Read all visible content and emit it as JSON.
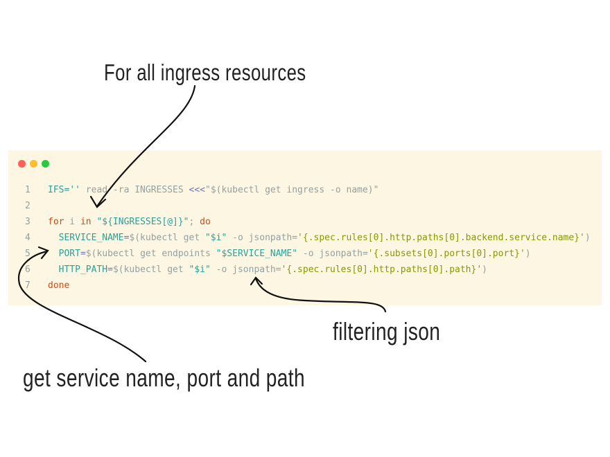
{
  "annotations": {
    "top": "For all ingress resources",
    "right": "filtering json",
    "bottom": "get service name, port and path"
  },
  "window_controls": {
    "close_color": "#ff5f56",
    "minimize_color": "#ffbd2e",
    "maximize_color": "#27c93f"
  },
  "code": {
    "lines": [
      {
        "n": "1",
        "tokens": [
          [
            "c",
            "IFS="
          ],
          [
            "c",
            "''"
          ],
          [
            "g",
            " read -ra INGRESSES "
          ],
          [
            "p",
            "<<<"
          ],
          [
            "g",
            "\"$(kubectl get ingress -o name)\""
          ]
        ]
      },
      {
        "n": "2",
        "tokens": []
      },
      {
        "n": "3",
        "tokens": [
          [
            "k",
            "for"
          ],
          [
            "g",
            " i "
          ],
          [
            "k",
            "in"
          ],
          [
            "g",
            " "
          ],
          [
            "c",
            "\"${INGRESSES[@]}\""
          ],
          [
            "g",
            "; "
          ],
          [
            "k",
            "do"
          ]
        ]
      },
      {
        "n": "4",
        "tokens": [
          [
            "g",
            "  "
          ],
          [
            "c",
            "SERVICE_NAME"
          ],
          [
            "p",
            "="
          ],
          [
            "g",
            "$(kubectl get "
          ],
          [
            "c",
            "\"$i\""
          ],
          [
            "g",
            " -o jsonpath="
          ],
          [
            "s",
            "'{.spec.rules[0].http.paths[0].backend.service.name}'"
          ],
          [
            "g",
            ")"
          ]
        ]
      },
      {
        "n": "5",
        "tokens": [
          [
            "g",
            "  "
          ],
          [
            "c",
            "PORT"
          ],
          [
            "p",
            "="
          ],
          [
            "g",
            "$(kubectl get endpoints "
          ],
          [
            "c",
            "\"$SERVICE_NAME\""
          ],
          [
            "g",
            " -o jsonpath="
          ],
          [
            "s",
            "'{.subsets[0].ports[0].port}'"
          ],
          [
            "g",
            ")"
          ]
        ]
      },
      {
        "n": "6",
        "tokens": [
          [
            "g",
            "  "
          ],
          [
            "c",
            "HTTP_PATH"
          ],
          [
            "p",
            "="
          ],
          [
            "g",
            "$(kubectl get "
          ],
          [
            "c",
            "\"$i\""
          ],
          [
            "g",
            " -o jsonpath="
          ],
          [
            "s",
            "'{.spec.rules[0].http.paths[0].path}'"
          ],
          [
            "g",
            ")"
          ]
        ]
      },
      {
        "n": "7",
        "tokens": [
          [
            "k",
            "done"
          ]
        ]
      }
    ]
  }
}
